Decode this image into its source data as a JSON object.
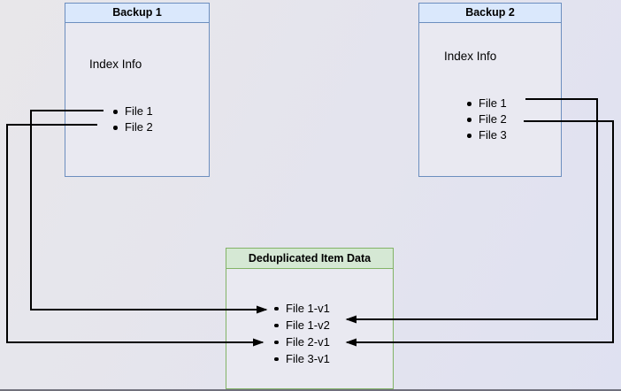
{
  "nodes": {
    "backup1": {
      "title": "Backup 1",
      "subtitle": "Index Info",
      "items": [
        "File 1",
        "File 2"
      ]
    },
    "backup2": {
      "title": "Backup 2",
      "subtitle": "Index Info",
      "items": [
        "File 1",
        "File 2",
        "File 3"
      ]
    },
    "dedup": {
      "title": "Deduplicated Item Data",
      "items": [
        "File 1-v1",
        "File 1-v2",
        "File 2-v1",
        "File 3-v1"
      ]
    }
  },
  "connections": [
    {
      "from": "Backup 1 / File 1",
      "to": "Deduplicated Item Data / File 1-v1"
    },
    {
      "from": "Backup 1 / File 2",
      "to": "Deduplicated Item Data / File 2-v1"
    },
    {
      "from": "Backup 2 / File 1",
      "to": "Deduplicated Item Data / File 1-v2"
    },
    {
      "from": "Backup 2 / File 2",
      "to": "Deduplicated Item Data / File 2-v1"
    }
  ],
  "colors": {
    "blue_header_fill": "#dae8fc",
    "blue_border": "#6c8ebf",
    "green_header_fill": "#d5e8d4",
    "green_border": "#82b366",
    "node_body_fill": "#e9e9f1",
    "background": "#e4e4ee",
    "arrow": "#000000"
  }
}
